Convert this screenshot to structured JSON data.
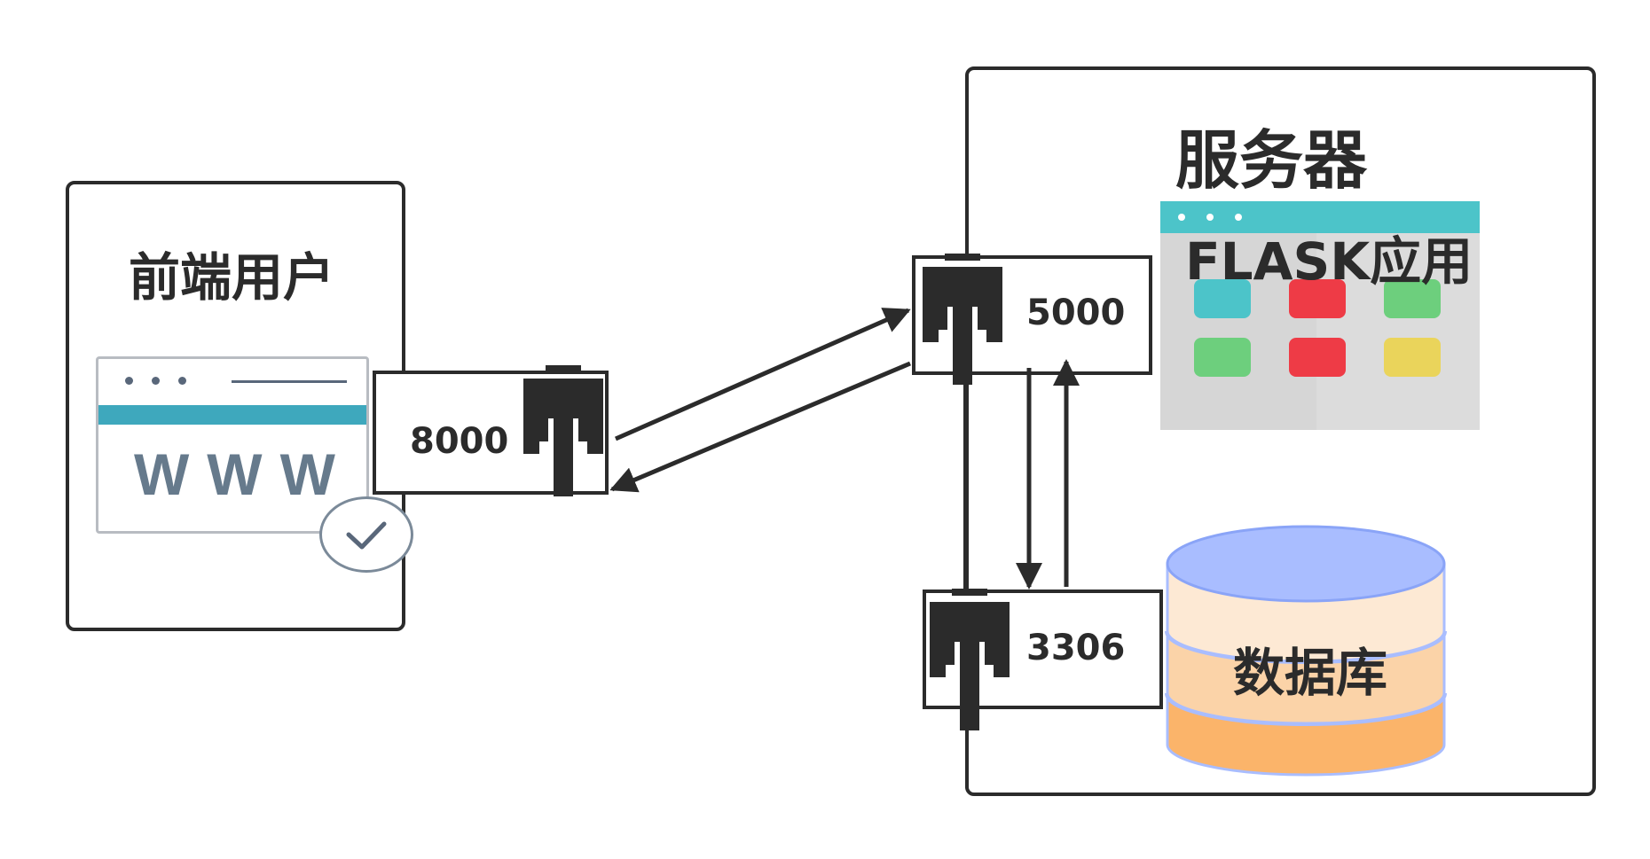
{
  "client": {
    "title": "前端用户",
    "browser_text": "WWW"
  },
  "server": {
    "title": "服务器"
  },
  "flask": {
    "title": "FLASK应用"
  },
  "database": {
    "title": "数据库"
  },
  "ports": {
    "client": "8000",
    "flask": "5000",
    "db": "3306"
  },
  "colors": {
    "stroke": "#2b2b2b",
    "browser_bar": "#3ea8bd",
    "flask_bar": "#4cc4c9",
    "flask_bg": "#d6d6d6",
    "tile_teal": "#4cc4c9",
    "tile_red": "#ee3b46",
    "tile_green": "#6dcf7d",
    "tile_yellow": "#ead45b",
    "db_blue": "#a9bdff",
    "db_orange": "#fbb46a"
  },
  "icons": [
    "browser-window-icon",
    "check-badge-icon",
    "ethernet-port-icon",
    "database-cylinder-icon",
    "app-window-icon"
  ]
}
